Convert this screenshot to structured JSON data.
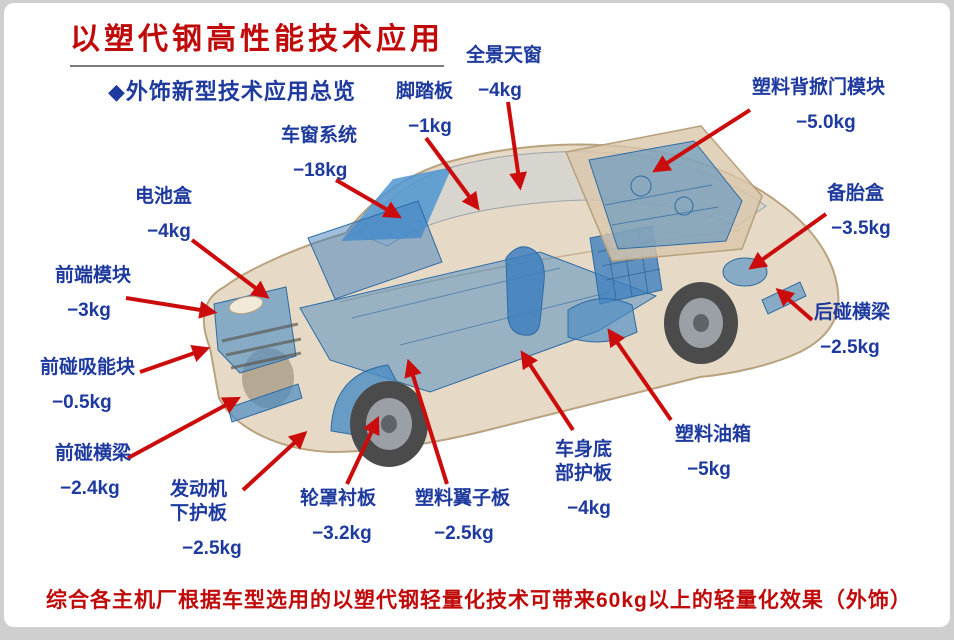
{
  "slide": {
    "title": "以塑代钢高性能技术应用",
    "subtitle": "◆外饰新型技术应用总览",
    "footer": "综合各主机厂根据车型选用的以塑代钢轻量化技术可带来60kg以上的轻量化效果（外饰）"
  },
  "colors": {
    "title_red": "#c00909",
    "label_blue": "#1e3a9e",
    "arrow_red": "#cc0c0c",
    "car_body_beige": "#ddcbae",
    "component_blue": "#4a8cc4"
  },
  "diagram": {
    "type": "annotated-car-lightweighting",
    "labels": [
      {
        "part": "全景天窗",
        "delta": "−4kg"
      },
      {
        "part": "脚踏板",
        "delta": "−1kg"
      },
      {
        "part": "塑料背掀门模块",
        "delta": "−5.0kg"
      },
      {
        "part": "车窗系统",
        "delta": "−18kg"
      },
      {
        "part": "电池盒",
        "delta": "−4kg"
      },
      {
        "part": "备胎盒",
        "delta": "−3.5kg"
      },
      {
        "part": "前端模块",
        "delta": "−3kg"
      },
      {
        "part": "后碰横梁",
        "delta": "−2.5kg"
      },
      {
        "part": "前碰吸能块",
        "delta": "−0.5kg"
      },
      {
        "part": "前碰横梁",
        "delta": "−2.4kg"
      },
      {
        "part": "发动机下护板",
        "delta": "−2.5kg"
      },
      {
        "part": "轮罩衬板",
        "delta": "−3.2kg"
      },
      {
        "part": "塑料翼子板",
        "delta": "−2.5kg"
      },
      {
        "part": "车身底部护板",
        "delta": "−4kg"
      },
      {
        "part": "塑料油箱",
        "delta": "−5kg"
      }
    ]
  }
}
